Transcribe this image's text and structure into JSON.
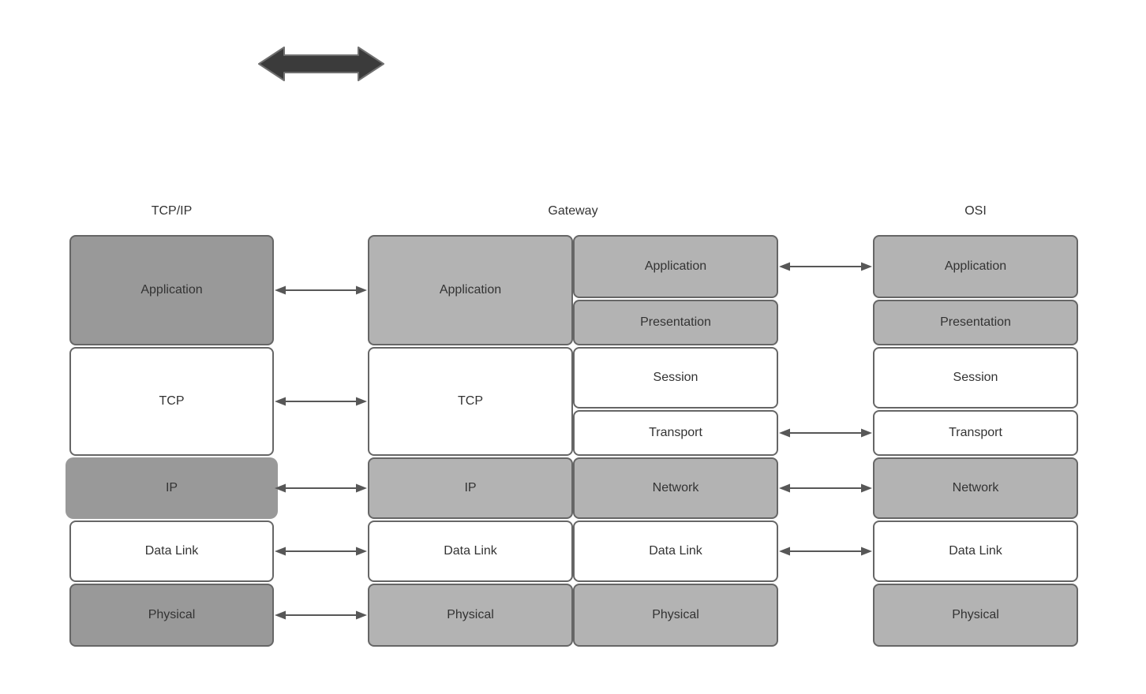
{
  "headers": {
    "tcpip": "TCP/IP",
    "gateway": "Gateway",
    "osi": "OSI"
  },
  "icons": {
    "big_arrow": "two-way-horizontal-arrow",
    "connector": "double-headed-arrow"
  },
  "colors": {
    "dark_gray_fill": "#999999",
    "light_gray_fill": "#b3b3b3",
    "white_fill": "#ffffff",
    "box_stroke": "#666666",
    "connector_arrow": "#575757",
    "big_arrow_fill": "#3b3b3b",
    "big_arrow_stroke": "#707070",
    "text": "#333333",
    "background": "#ffffff"
  },
  "stacks": {
    "tcpip": {
      "layers": [
        {
          "label": "Application",
          "fill": "#999999"
        },
        {
          "label": "TCP",
          "fill": "#ffffff"
        },
        {
          "label": "IP",
          "fill": "#999999"
        },
        {
          "label": "Data Link",
          "fill": "#ffffff"
        },
        {
          "label": "Physical",
          "fill": "#999999"
        }
      ]
    },
    "gateway_left": {
      "layers": [
        {
          "label": "Application",
          "fill": "#b3b3b3"
        },
        {
          "label": "TCP",
          "fill": "#ffffff"
        },
        {
          "label": "IP",
          "fill": "#b3b3b3"
        },
        {
          "label": "Data Link",
          "fill": "#ffffff"
        },
        {
          "label": "Physical",
          "fill": "#b3b3b3"
        }
      ]
    },
    "gateway_right": {
      "layers": [
        {
          "label": "Application",
          "fill": "#b3b3b3"
        },
        {
          "label": "Presentation",
          "fill": "#b3b3b3"
        },
        {
          "label": "Session",
          "fill": "#ffffff"
        },
        {
          "label": "Transport",
          "fill": "#ffffff"
        },
        {
          "label": "Network",
          "fill": "#b3b3b3"
        },
        {
          "label": "Data Link",
          "fill": "#ffffff"
        },
        {
          "label": "Physical",
          "fill": "#b3b3b3"
        }
      ]
    },
    "osi": {
      "layers": [
        {
          "label": "Application",
          "fill": "#b3b3b3"
        },
        {
          "label": "Presentation",
          "fill": "#b3b3b3"
        },
        {
          "label": "Session",
          "fill": "#ffffff"
        },
        {
          "label": "Transport",
          "fill": "#ffffff"
        },
        {
          "label": "Network",
          "fill": "#b3b3b3"
        },
        {
          "label": "Data Link",
          "fill": "#ffffff"
        },
        {
          "label": "Physical",
          "fill": "#b3b3b3"
        }
      ]
    }
  }
}
